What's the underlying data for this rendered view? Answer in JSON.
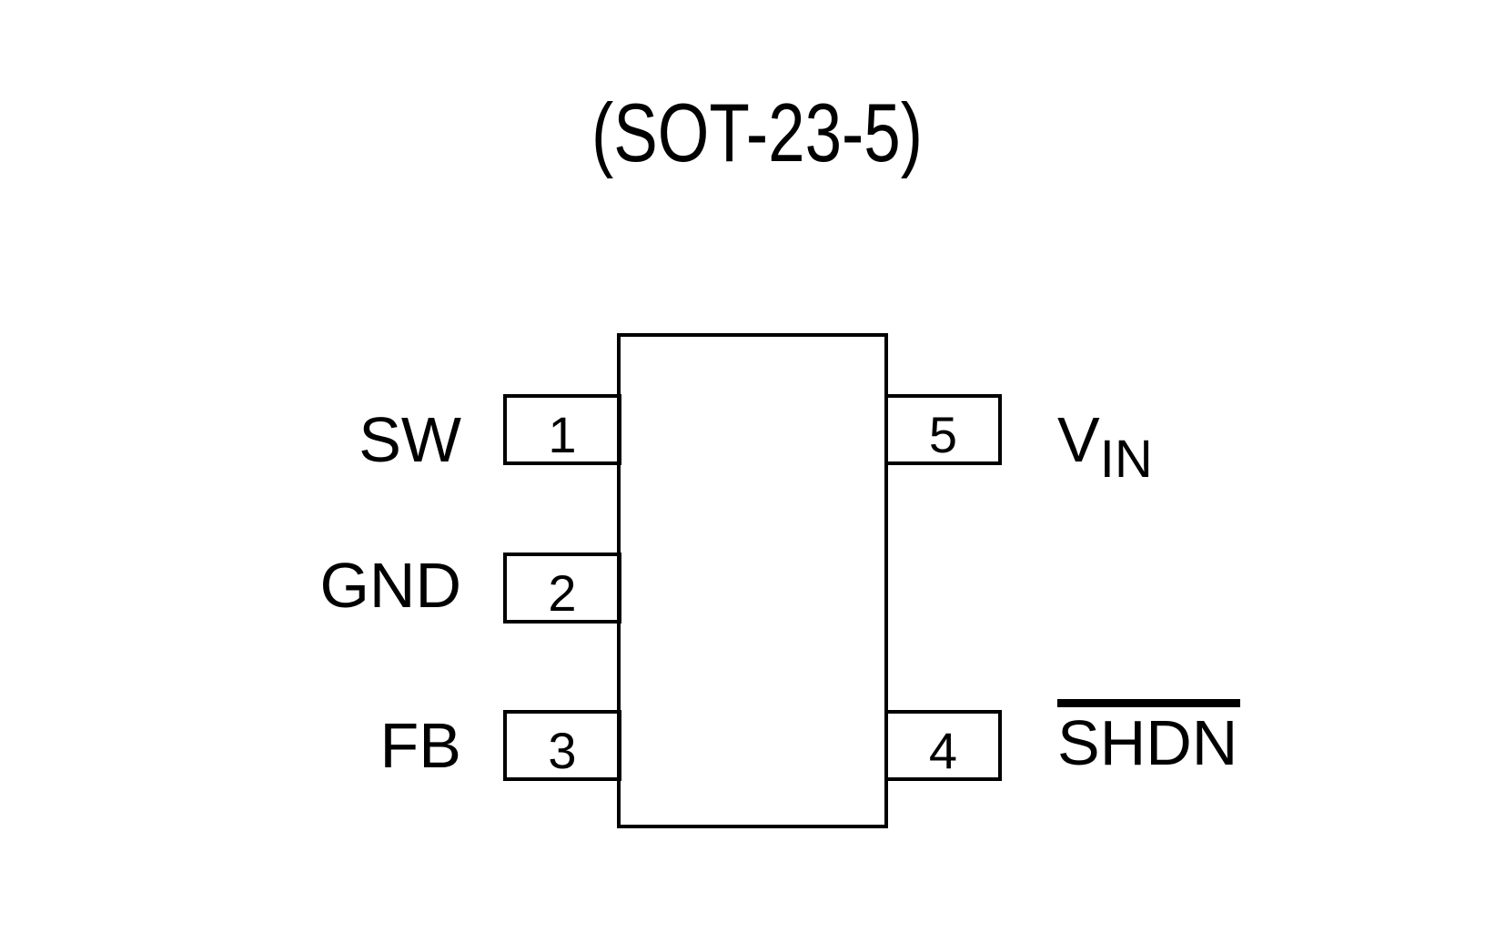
{
  "diagram": {
    "title": "(SOT-23-5)",
    "pins": {
      "left": [
        {
          "number": "1",
          "label": "SW",
          "overline": false
        },
        {
          "number": "2",
          "label": "GND",
          "overline": false
        },
        {
          "number": "3",
          "label": "FB",
          "overline": false
        }
      ],
      "right": [
        {
          "number": "5",
          "label": "VIN",
          "label_main": "V",
          "label_sub": "IN",
          "subscript": true,
          "overline": false
        },
        {
          "number": "4",
          "label": "SHDN",
          "overline": true
        }
      ]
    },
    "colors": {
      "background": "#ffffff",
      "line": "#000000",
      "text": "#000000"
    }
  }
}
